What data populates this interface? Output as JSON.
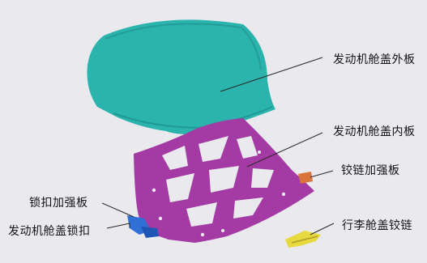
{
  "labels": {
    "hood_outer_panel": "发动机舱盖外板",
    "hood_inner_panel": "发动机舱盖内板",
    "hinge_reinforcement": "铰链加强板",
    "latch_reinforcement": "锁扣加强板",
    "hood_latch": "发动机舱盖锁扣",
    "trunk_lid_hinge": "行李舱盖铰链"
  },
  "colors": {
    "outer_panel": "#2bb3ad",
    "inner_panel": "#a43aa3",
    "hinge_reinforcement": "#d9743a",
    "latch": "#2f6fd6",
    "trunk_hinge": "#e7d93e",
    "leader_line": "#2a2a2a"
  }
}
